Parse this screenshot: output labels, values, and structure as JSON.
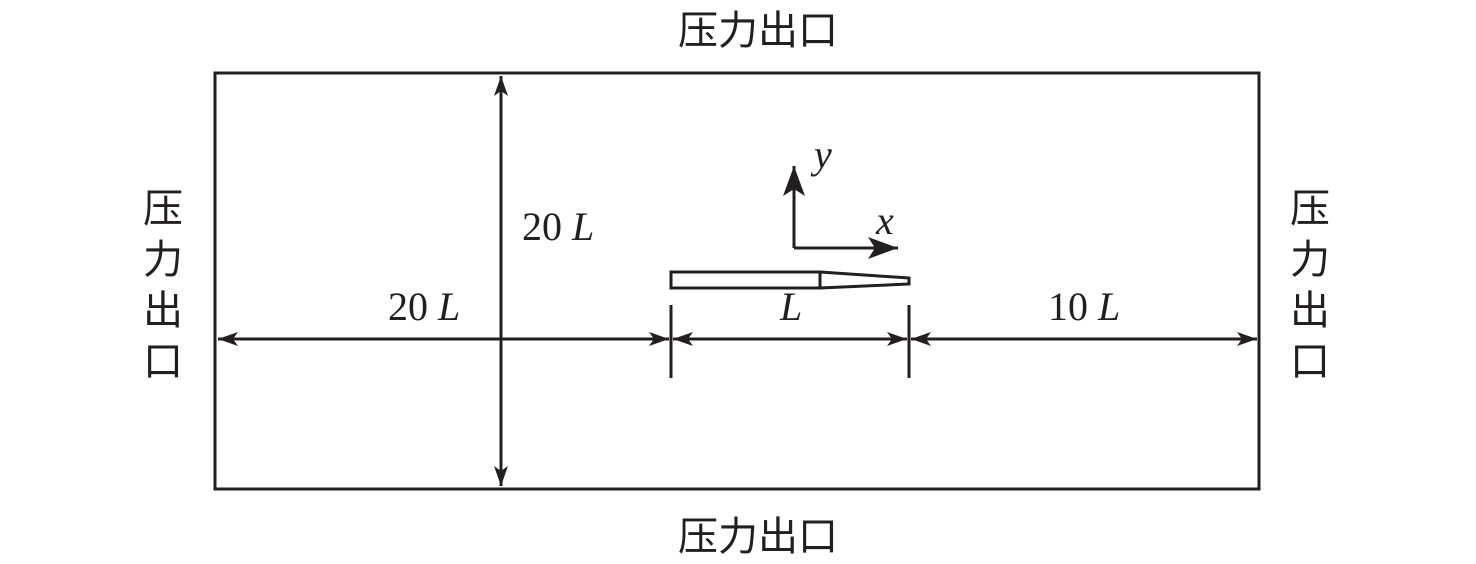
{
  "boundaries": {
    "top": "压力出口",
    "bottom": "压力出口",
    "left": [
      "压",
      "力",
      "出",
      "口"
    ],
    "right": [
      "压",
      "力",
      "出",
      "口"
    ]
  },
  "dimensions": {
    "height": {
      "value": "20",
      "unit": "L"
    },
    "upstream": {
      "value": "20",
      "unit": "L"
    },
    "body": {
      "value": "",
      "unit": "L"
    },
    "downstream": {
      "value": "10",
      "unit": "L"
    }
  },
  "axes": {
    "x": "x",
    "y": "y"
  },
  "colors": {
    "stroke": "#231f20"
  }
}
